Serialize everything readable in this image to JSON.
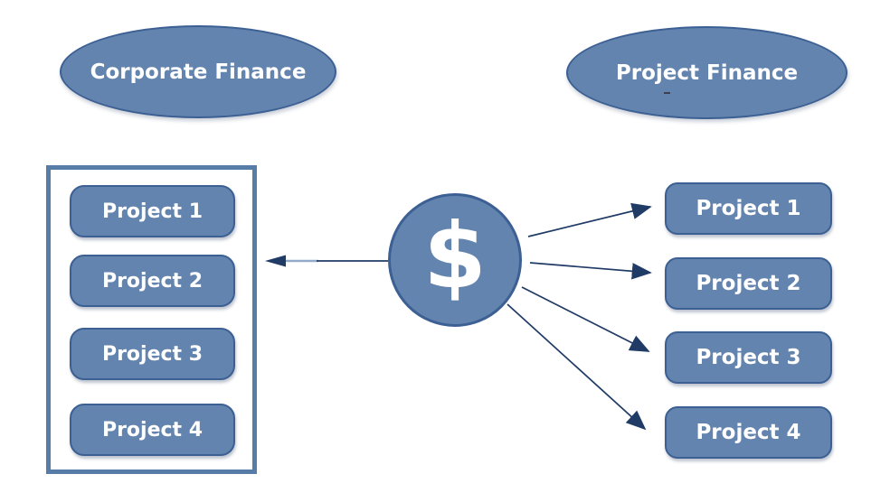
{
  "corporate": {
    "label": "Corporate Finance",
    "projects": [
      "Project 1",
      "Project 2",
      "Project 3",
      "Project 4"
    ]
  },
  "project_finance": {
    "label": "Project Finance",
    "projects": [
      "Project 1",
      "Project 2",
      "Project 3",
      "Project 4"
    ]
  },
  "funds": {
    "symbol": "$"
  },
  "colors": {
    "shape_fill": "#6384AE",
    "shape_border": "#3C6093",
    "container_border": "#587CA8",
    "arrow": "#1F3B66",
    "arrow_light": "#93AACB",
    "label_text": "#FFFFFF",
    "background": "#FFFFFF"
  }
}
